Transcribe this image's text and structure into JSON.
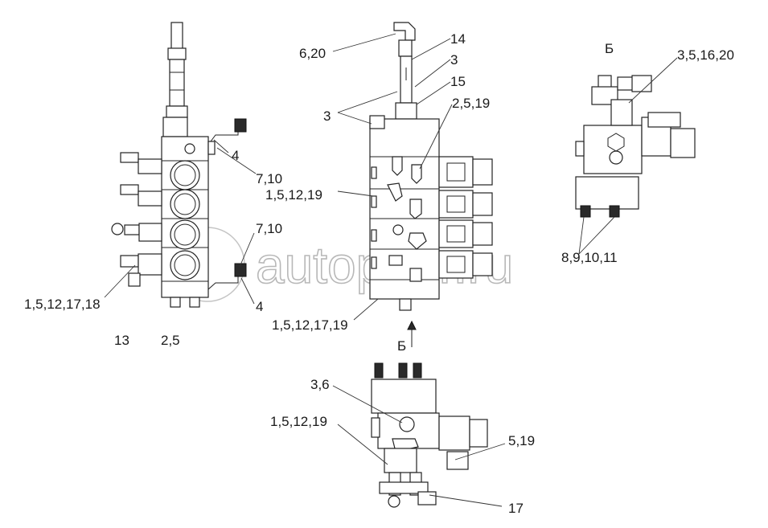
{
  "watermark": "autopiter.ru",
  "view_letter": "Б",
  "arrow_letter": "Б",
  "callouts": {
    "left_4_top": "4",
    "left_7_10_top": "7,10",
    "left_7_10_mid": "7,10",
    "left_4_bot": "4",
    "left_1_5_12_17_18": "1,5,12,17,18",
    "left_13": "13",
    "left_2_5": "2,5",
    "mid_6_20": "6,20",
    "mid_14": "14",
    "mid_3_right": "3",
    "mid_15": "15",
    "mid_3_left": "3",
    "mid_2_5_19": "2,5,19",
    "mid_1_5_12_19": "1,5,12,19",
    "mid_1_5_12_17_19": "1,5,12,17,19",
    "right_3_5_16_20": "3,5,16,20",
    "right_8_9_10_11": "8,9,10,11",
    "bot_3_6": "3,6",
    "bot_1_5_12_19": "1,5,12,19",
    "bot_5_19": "5,19",
    "bot_17": "17"
  }
}
